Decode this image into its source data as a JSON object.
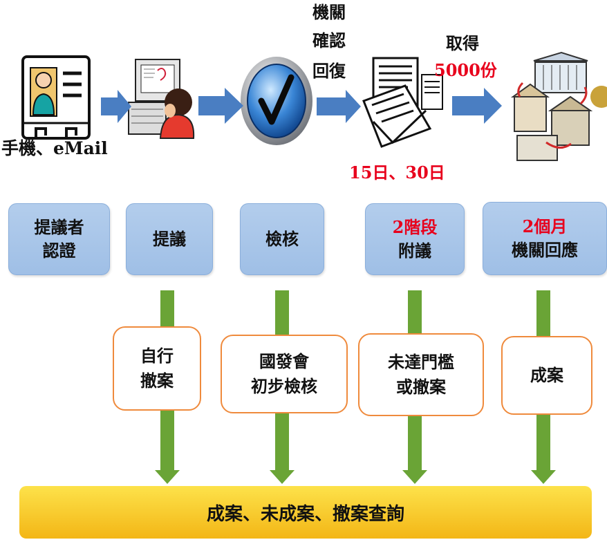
{
  "top": {
    "label_contact": "手機、eMail",
    "label_agency_reply": [
      "機關",
      "確認",
      "回復"
    ],
    "label_obtain": "取得",
    "label_copies": "5000份",
    "label_days": "15日、30日"
  },
  "stages": [
    {
      "line1": "提議者",
      "line2": "認證"
    },
    {
      "line1": "提議",
      "line2": ""
    },
    {
      "line1": "檢核",
      "line2": ""
    },
    {
      "line1": "2階段",
      "line2": "附議"
    },
    {
      "line1": "2個月",
      "line2": "機關回應"
    }
  ],
  "outcomes": [
    {
      "line1": "自行",
      "line2": "撤案"
    },
    {
      "line1": "國發會",
      "line2": "初步檢核"
    },
    {
      "line1": "未達門檻",
      "line2": "或撤案"
    },
    {
      "line1": "成案",
      "line2": ""
    }
  ],
  "bottom": {
    "label": "成案、未成案、撤案查詢"
  },
  "colors": {
    "blue_arrow": "#4a7ec2",
    "green_arrow": "#6aa436",
    "orange_border": "#ef8a3c",
    "box_blue": "#a9c6ea",
    "highlight_red": "#e8001c",
    "bar_yellow": "#f7c52a"
  }
}
